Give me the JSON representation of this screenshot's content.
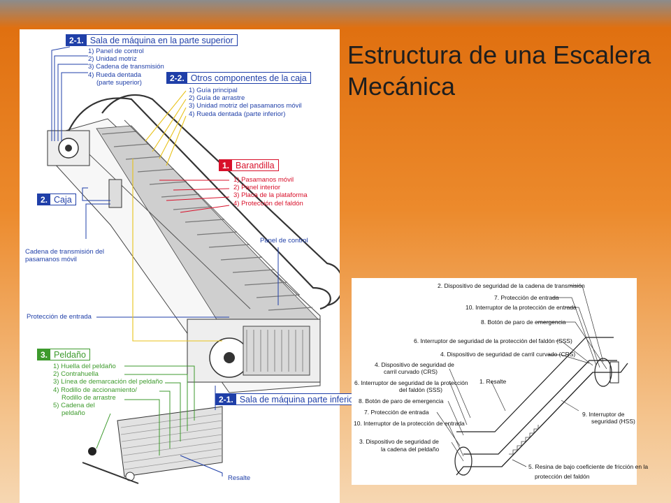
{
  "title": "Estructura de una Escalera Mecánica",
  "left": {
    "machine_top": {
      "number": "2-1.",
      "title": "Sala de máquina en la parte superior",
      "items": [
        "1) Panel de control",
        "2) Unidad motriz",
        "3) Cadena de transmisión",
        "4) Rueda dentada",
        "(parte superior)"
      ]
    },
    "other_components": {
      "number": "2-2.",
      "title": "Otros componentes de la caja",
      "items": [
        "1) Guía principal",
        "2) Guía de arrastre",
        "3) Unidad motriz del pasamanos móvil",
        "4) Rueda dentada (parte inferior)"
      ]
    },
    "handrail": {
      "number": "1.",
      "title": "Barandilla",
      "items": [
        "1) Pasamanos móvil",
        "2) Panel interior",
        "3) Placa de la plataforma",
        "4) Protección del faldón"
      ]
    },
    "truss": {
      "number": "2.",
      "title": "Caja"
    },
    "handrail_chain_label": [
      "Cadena de transmisión del",
      "pasamanos móvil"
    ],
    "control_panel_label": "Panel de control",
    "entrance_label": "Protección de entrada",
    "step": {
      "number": "3.",
      "title": "Peldaño",
      "items": [
        "1) Huella del peldaño",
        "2) Contrahuella",
        "3) Línea de demarcación del peldaño",
        "4) Rodillo de accionamiento/",
        "Rodillo de arrastre",
        "5) Cadena del",
        "peldaño"
      ]
    },
    "machine_bottom": {
      "number": "2-1.",
      "title": "Sala de máquina parte inferior"
    },
    "riser_label": "Resalte"
  },
  "right": {
    "labels": [
      "2. Dispositivo de seguridad de la cadena de transmisión",
      "7. Protección de entrada",
      "10. Interruptor de la protección de entrada",
      "8. Botón de paro de emergencia",
      "6. Interruptor de seguridad de la protección del faldón (SSS)",
      "4. Dispositivo de seguridad de carril curvado (CRS)",
      "4. Dispositivo de seguridad de",
      "carril curvado (CRS)",
      "6. Interruptor de seguridad de la protección",
      "del faldón (SSS)",
      "8. Botón de paro de emergencia",
      "7. Protección de entrada",
      "10. Interruptor de la protección de entrada",
      "3. Dispositivo de seguridad de",
      "la cadena del peldaño",
      "1. Resalte",
      "9. Interruptor de",
      "seguridad (HSS)",
      "5. Resina de bajo coeficiente de fricción en la",
      "protección del faldón"
    ]
  },
  "colors": {
    "blue": "#1f3fa8",
    "red": "#d8102a",
    "green": "#3d9a2c",
    "yellow": "#e8c21a"
  }
}
